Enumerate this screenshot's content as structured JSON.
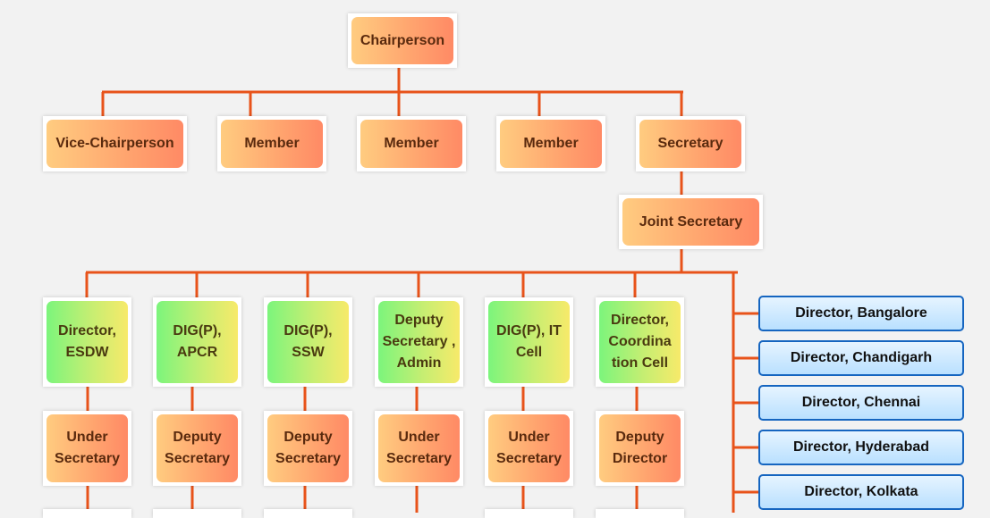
{
  "top": {
    "chair": "Chairperson"
  },
  "level1": {
    "vice": "Vice-Chairperson",
    "member1": "Member",
    "member2": "Member",
    "member3": "Member",
    "secretary": "Secretary"
  },
  "joint": "Joint Secretary",
  "directors": {
    "d1": "Director, ESDW",
    "d2": "DIG(P), APCR",
    "d3": "DIG(P), SSW",
    "d4": "Deputy Secretary , Admin",
    "d5": "DIG(P), IT Cell",
    "d6": "Director, Coordina tion Cell"
  },
  "subs": {
    "s1": "Under Secretary",
    "s2": "Deputy Secretary",
    "s3": "Deputy Secretary",
    "s4": "Under Secretary",
    "s5": "Under Secretary",
    "s6": "Deputy Director"
  },
  "regional": {
    "r1": "Director, Bangalore",
    "r2": "Director, Chandigarh",
    "r3": "Director, Chennai",
    "r4": "Director, Hyderabad",
    "r5": "Director, Kolkata"
  },
  "colors": {
    "connector": "#e8531a",
    "regional_border": "#1565c0",
    "orange_box": "#ffa36e",
    "green_box": "#b4f070"
  }
}
